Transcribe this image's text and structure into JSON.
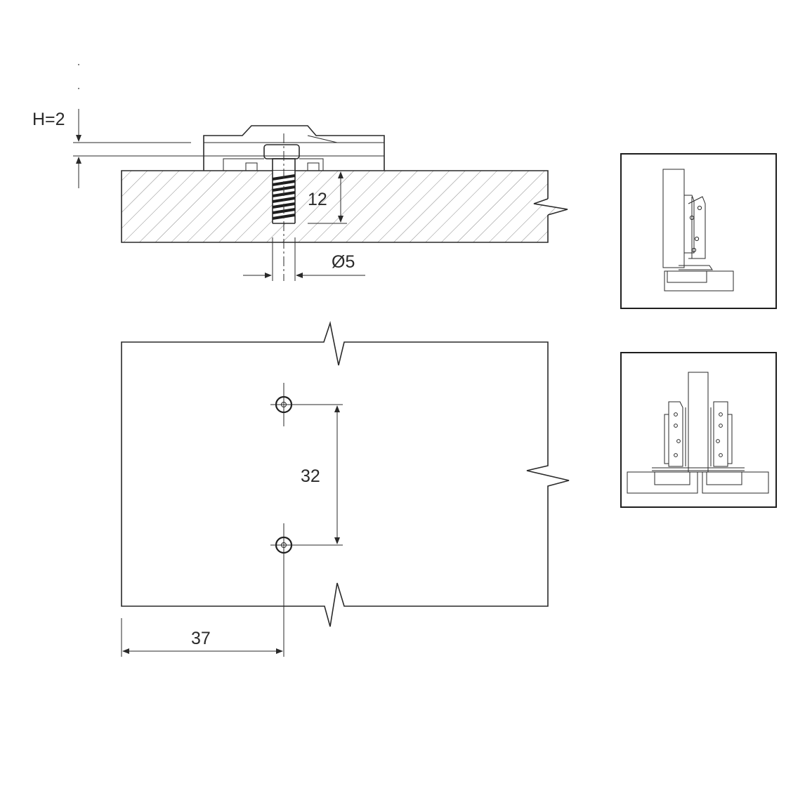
{
  "dimensions": {
    "plate_height": "H=2",
    "screw_length": "12",
    "screw_diameter": "Ø5",
    "hole_spacing": "32",
    "edge_distance": "37"
  },
  "icons": {
    "side_view": "hinge-side-view-icon",
    "front_view": "hinge-pair-front-view-icon"
  },
  "colors": {
    "line": "#2a2a2a",
    "background": "#ffffff"
  }
}
